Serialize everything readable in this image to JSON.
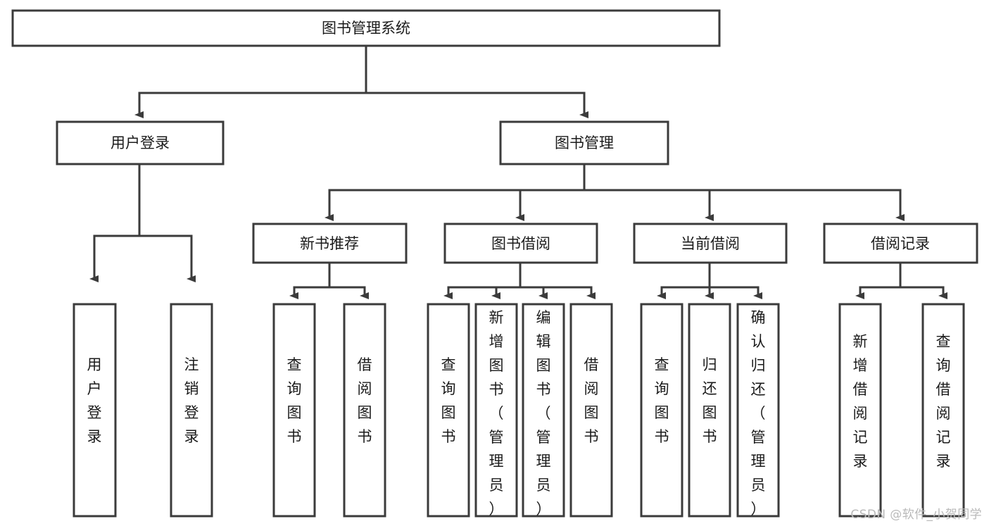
{
  "diagram": {
    "type": "hierarchy-tree",
    "title": "图书管理系统",
    "watermark": "CSDN @软件_小贺同学",
    "colors": {
      "background": "#ffffff",
      "box_stroke": "#3b3b3b",
      "box_fill": "#ffffff",
      "text": "#1b1b1b",
      "watermark": "#b9b9b9"
    },
    "root": {
      "label": "图书管理系统"
    },
    "level2": [
      {
        "id": "user-login",
        "label": "用户登录"
      },
      {
        "id": "book-management",
        "label": "图书管理"
      }
    ],
    "level3": [
      {
        "id": "new-book-recommend",
        "label": "新书推荐",
        "parent": "book-management"
      },
      {
        "id": "book-borrow",
        "label": "图书借阅",
        "parent": "book-management"
      },
      {
        "id": "current-borrow",
        "label": "当前借阅",
        "parent": "book-management"
      },
      {
        "id": "borrow-record",
        "label": "借阅记录",
        "parent": "book-management"
      }
    ],
    "leaves": {
      "user-login": [
        {
          "id": "leaf-user-login",
          "label": "用户登录"
        },
        {
          "id": "leaf-user-logout",
          "label": "注销登录"
        }
      ],
      "new-book-recommend": [
        {
          "id": "leaf-query-book-1",
          "label": "查询图书"
        },
        {
          "id": "leaf-borrow-book-1",
          "label": "借阅图书"
        }
      ],
      "book-borrow": [
        {
          "id": "leaf-query-book-2",
          "label": "查询图书"
        },
        {
          "id": "leaf-add-book",
          "label": "新增图书（管理员）"
        },
        {
          "id": "leaf-edit-book",
          "label": "编辑图书（管理员）"
        },
        {
          "id": "leaf-borrow-book-2",
          "label": "借阅图书"
        }
      ],
      "current-borrow": [
        {
          "id": "leaf-query-book-3",
          "label": "查询图书"
        },
        {
          "id": "leaf-return-book",
          "label": "归还图书"
        },
        {
          "id": "leaf-confirm-return",
          "label": "确认归还（管理员）"
        }
      ],
      "borrow-record": [
        {
          "id": "leaf-add-record",
          "label": "新增借阅记录"
        },
        {
          "id": "leaf-query-record",
          "label": "查询借阅记录"
        }
      ]
    }
  }
}
